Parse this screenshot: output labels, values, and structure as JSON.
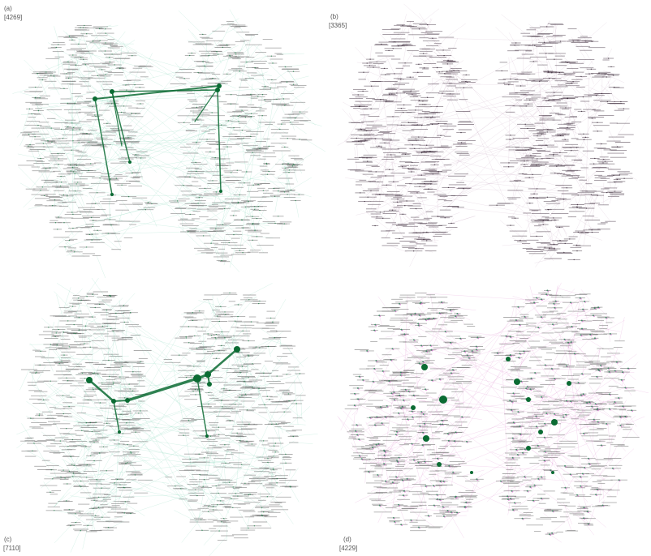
{
  "panels": [
    {
      "id": "a",
      "tag": "(a)",
      "count": "[4269]",
      "node_color": "#0e7a3c",
      "edge_color": "#7fd4b4",
      "pink": false,
      "highlight": "path-a"
    },
    {
      "id": "b",
      "tag": "(b)",
      "count": "[3365]",
      "node_color": "#2a1a2a",
      "edge_color": "#c9a9c2",
      "pink": false,
      "highlight": "none"
    },
    {
      "id": "c",
      "tag": "(c)",
      "count": "[7110]",
      "node_color": "#0e7a3c",
      "edge_color": "#7fd4b4",
      "pink": false,
      "highlight": "path-c"
    },
    {
      "id": "d",
      "tag": "(d)",
      "count": "[4229]",
      "node_color": "#1a7a4a",
      "edge_color": "#e39ad6",
      "pink": true,
      "highlight": "hubs-d"
    }
  ],
  "colors": {
    "label_gray": "#555555",
    "node_text_gray": "#6a6a6a",
    "hub_green": "#0b6b33",
    "pink": "#d64fc6"
  }
}
